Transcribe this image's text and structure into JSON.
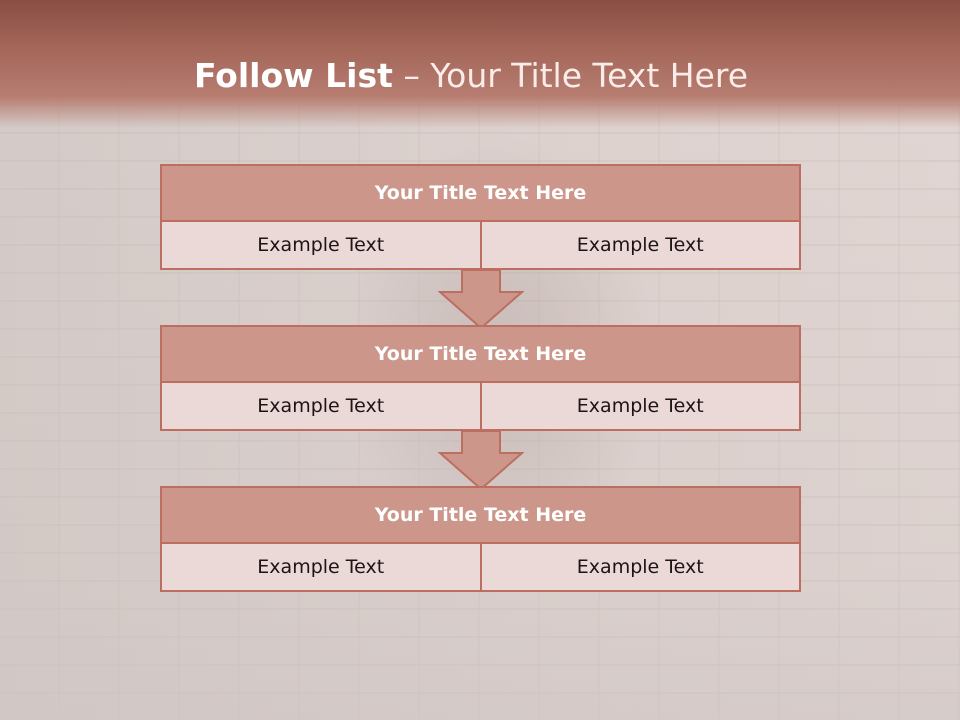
{
  "slide": {
    "title_bold": "Follow List",
    "title_rest": "– Your Title Text Here"
  },
  "steps": [
    {
      "title": "Your Title Text Here",
      "left": "Example Text",
      "right": "Example Text"
    },
    {
      "title": "Your Title Text Here",
      "left": "Example Text",
      "right": "Example Text"
    },
    {
      "title": "Your Title Text Here",
      "left": "Example Text",
      "right": "Example Text"
    }
  ],
  "colors": {
    "header": "#a5685b",
    "title_fill": "#cc978a",
    "cell_fill": "#ebd9d8",
    "border": "#bc6f60"
  }
}
